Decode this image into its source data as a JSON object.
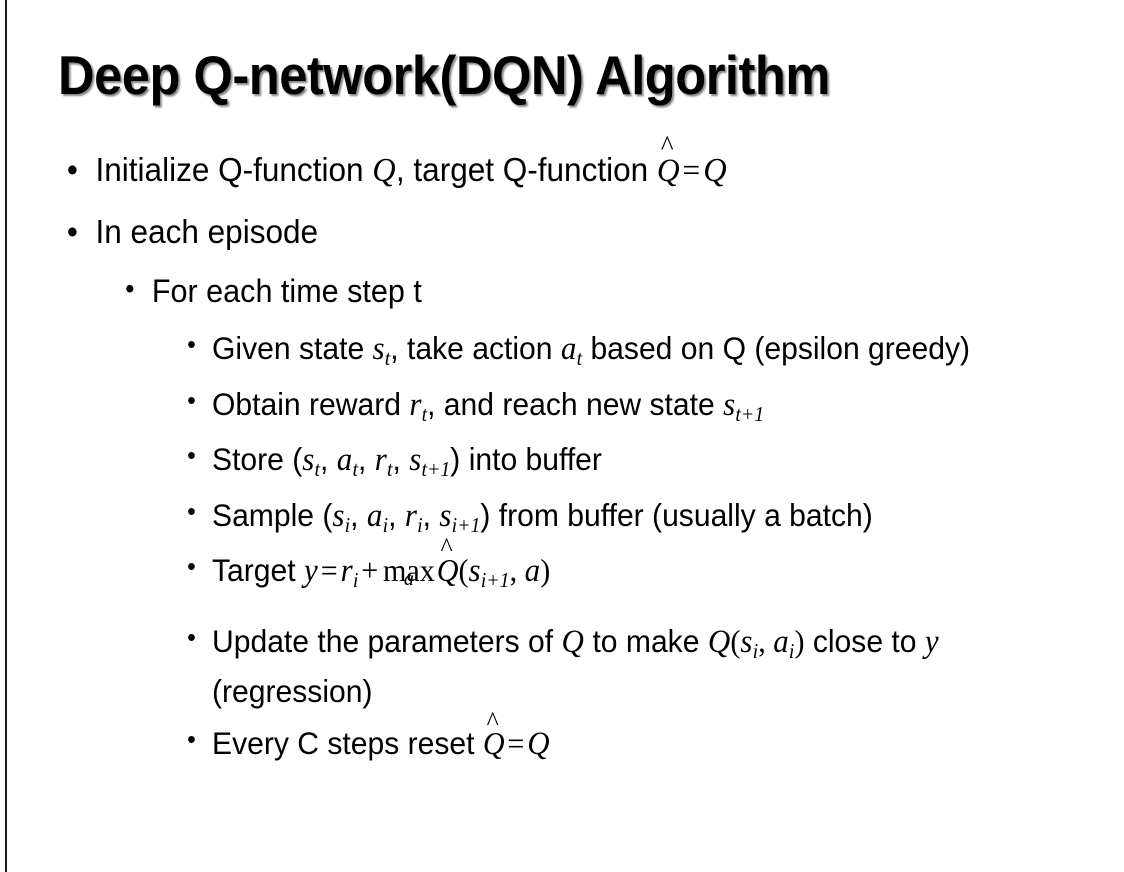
{
  "slide": {
    "title": "Deep Q-network(DQN) Algorithm",
    "background_color": "#ffffff",
    "text_color": "#000000",
    "edge_color": "#1a1a1a"
  },
  "bullets": {
    "b1": {
      "level": 1,
      "marker": "•",
      "text_before": "Initialize Q-function ",
      "sym_q1": "Q",
      "text_mid": ", target Q-function ",
      "sym_qhat": "Q",
      "hat": "^",
      "equals": "=",
      "sym_q2": "Q"
    },
    "b2": {
      "level": 1,
      "marker": "•",
      "text": "In each episode"
    },
    "b3": {
      "level": 2,
      "marker": "•",
      "text": "For each time step t"
    },
    "b4": {
      "level": 3,
      "marker": "•",
      "text_a": "Given state ",
      "sym_s": "s",
      "sub_s": "t",
      "text_b": ", take action ",
      "sym_a": "a",
      "sub_a": "t",
      "text_c": " based on Q (epsilon greedy)"
    },
    "b5": {
      "level": 3,
      "marker": "•",
      "text_a": "Obtain reward ",
      "sym_r": "r",
      "sub_r": "t",
      "text_b": ", and reach new state ",
      "sym_s": "s",
      "sub_s": "t+1"
    },
    "b6": {
      "level": 3,
      "marker": "•",
      "text_a": "Store (",
      "sym_s1": "s",
      "sub_s1": "t",
      "sep1": ", ",
      "sym_a": "a",
      "sub_a": "t",
      "sep2": ", ",
      "sym_r": "r",
      "sub_r": "t",
      "sep3": ", ",
      "sym_s2": "s",
      "sub_s2": "t+1",
      "text_b": ") into buffer"
    },
    "b7": {
      "level": 3,
      "marker": "•",
      "text_a": "Sample (",
      "sym_s1": "s",
      "sub_s1": "i",
      "sep1": ", ",
      "sym_a": "a",
      "sub_a": "i",
      "sep2": ", ",
      "sym_r": "r",
      "sub_r": "i",
      "sep3": ", ",
      "sym_s2": "s",
      "sub_s2": "i+1",
      "text_b": ") from buffer (usually a batch)"
    },
    "b8": {
      "level": 3,
      "marker": "•",
      "text_a": "Target ",
      "sym_y": "y",
      "equals": "=",
      "sym_r": "r",
      "sub_r": "i",
      "plus": "+",
      "max_op": "max",
      "max_under": "a",
      "sym_qhat": "Q",
      "hat": "^",
      "paren_open": "(",
      "sym_s": "s",
      "sub_s": "i+1",
      "comma": ", ",
      "sym_a": "a",
      "paren_close": ")"
    },
    "b9": {
      "level": 3,
      "marker": "•",
      "text_a": "Update the parameters of ",
      "sym_q1": "Q",
      "text_b": " to make ",
      "sym_q2": "Q",
      "paren_open": "(",
      "sym_s": "s",
      "sub_s": "i",
      "comma": ", ",
      "sym_a": "a",
      "sub_a": "i",
      "paren_close": ")",
      "text_c": " close to ",
      "sym_y": "y",
      "text_d": " (regression)"
    },
    "b10": {
      "level": 3,
      "marker": "•",
      "text_a": "Every C steps reset ",
      "sym_qhat": "Q",
      "hat": "^",
      "equals": "=",
      "sym_q": "Q"
    }
  }
}
